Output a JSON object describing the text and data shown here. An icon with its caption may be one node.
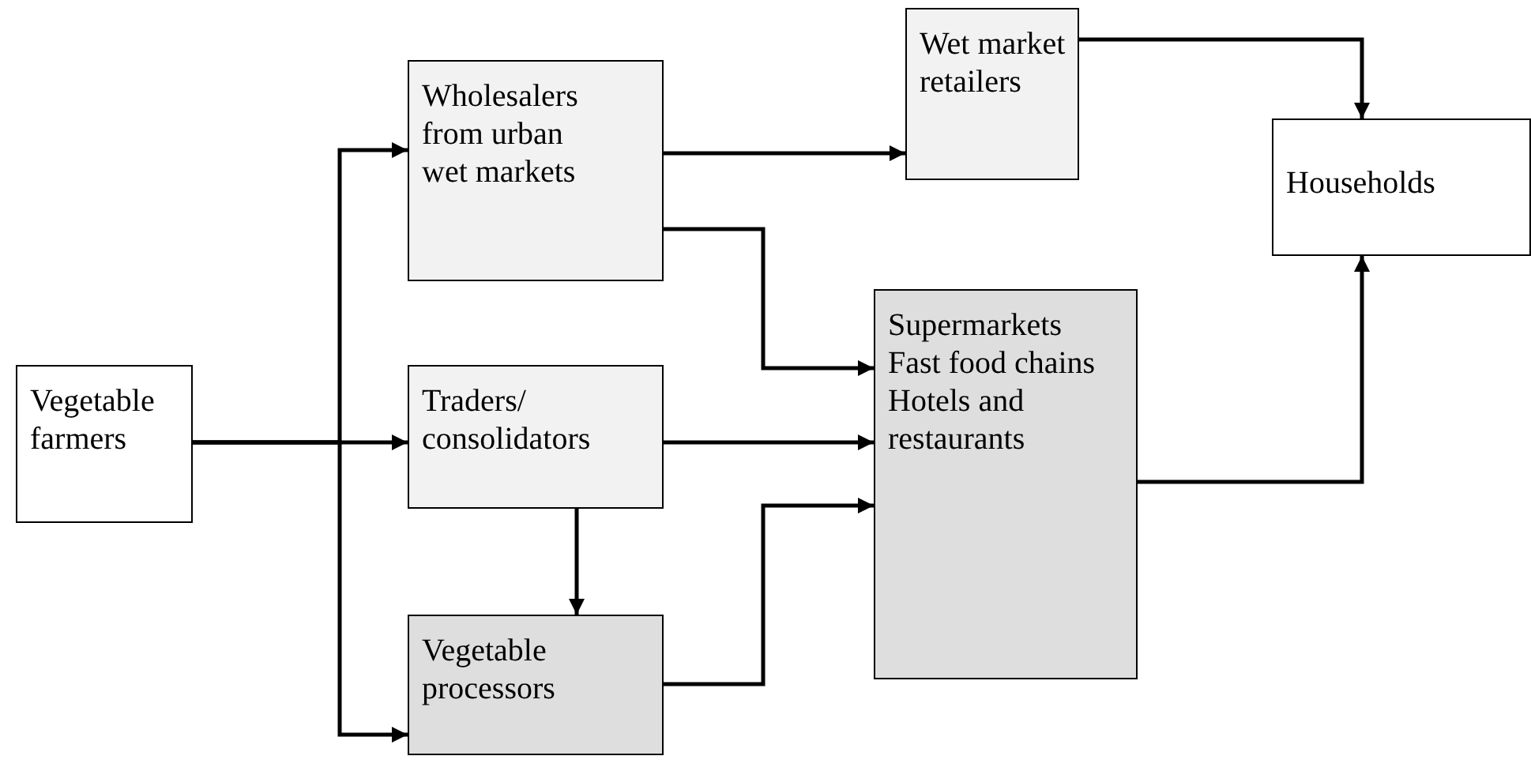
{
  "diagram": {
    "nodes": [
      {
        "text": [
          "Vegetable farmers"
        ]
      },
      {
        "text": [
          "Wholesalers from urban wet markets"
        ]
      },
      {
        "text": [
          "Wet market retailers"
        ]
      },
      {
        "text": [
          "Households"
        ]
      },
      {
        "text": [
          "Traders/ consolidators"
        ]
      },
      {
        "text": [
          "Vegetable processors"
        ]
      },
      {
        "text": [
          "Supermarkets",
          "Fast food chains",
          "Hotels and restaurants"
        ]
      }
    ],
    "edges": [
      {
        "from": 0,
        "to": 1,
        "arrow": "to"
      },
      {
        "from": 0,
        "to": 4,
        "arrow": "to"
      },
      {
        "from": 0,
        "to": 5,
        "arrow": "to"
      },
      {
        "from": 1,
        "to": 2,
        "arrow": "to"
      },
      {
        "from": 1,
        "to": 6,
        "arrow": "to"
      },
      {
        "from": 4,
        "to": 6,
        "arrow": "to"
      },
      {
        "from": 4,
        "to": 5,
        "arrow": "to"
      },
      {
        "from": 5,
        "to": 6,
        "arrow": "to"
      },
      {
        "from": 2,
        "to": 3,
        "arrow": "to"
      },
      {
        "from": 6,
        "to": 3,
        "arrow": "to"
      }
    ]
  }
}
